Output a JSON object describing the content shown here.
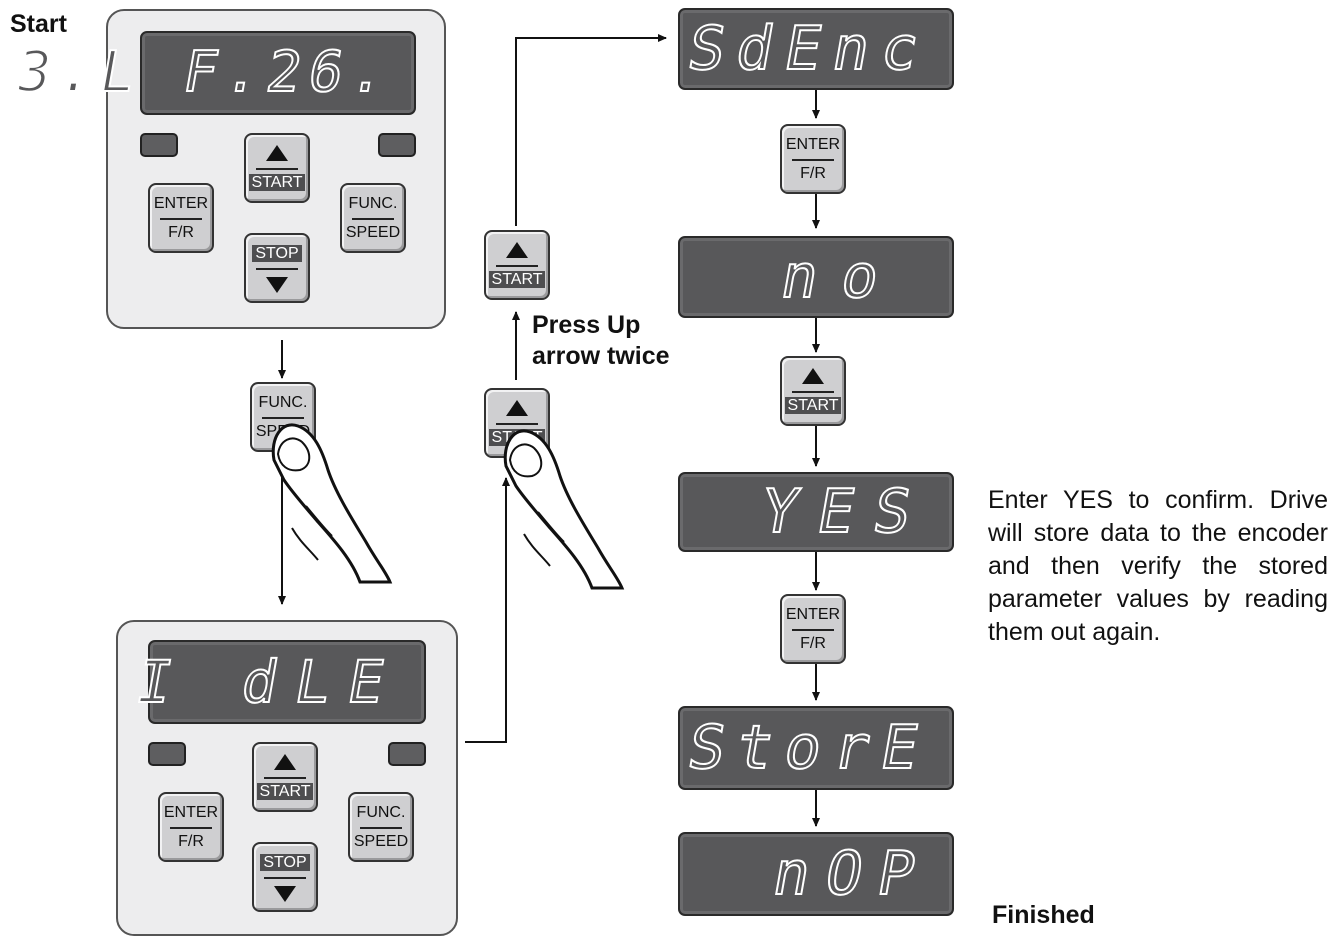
{
  "labels": {
    "start": "Start",
    "press_up": "Press Up\narrow twice",
    "finished": "Finished"
  },
  "description": "Enter YES to confirm. Drive will store data to the encoder and then verify the stored parameter values by reading them out again.",
  "keys": {
    "enter_top": "ENTER",
    "enter_bottom": "F/R",
    "func_top": "FUNC.",
    "func_bottom": "SPEED",
    "start_label": "START",
    "stop_label": "STOP"
  },
  "displays": {
    "panel_start": "3.L F.26.",
    "panel_idle": "I dLE",
    "sdenc": "SdEnc",
    "no": "no",
    "yes": "YES",
    "store": "StorE",
    "nop": "nOP"
  },
  "colors": {
    "display_bg": "#58585a",
    "segment": "#ffffff",
    "panel_bg": "#ededee",
    "key_bg": "#cfcfd1"
  }
}
